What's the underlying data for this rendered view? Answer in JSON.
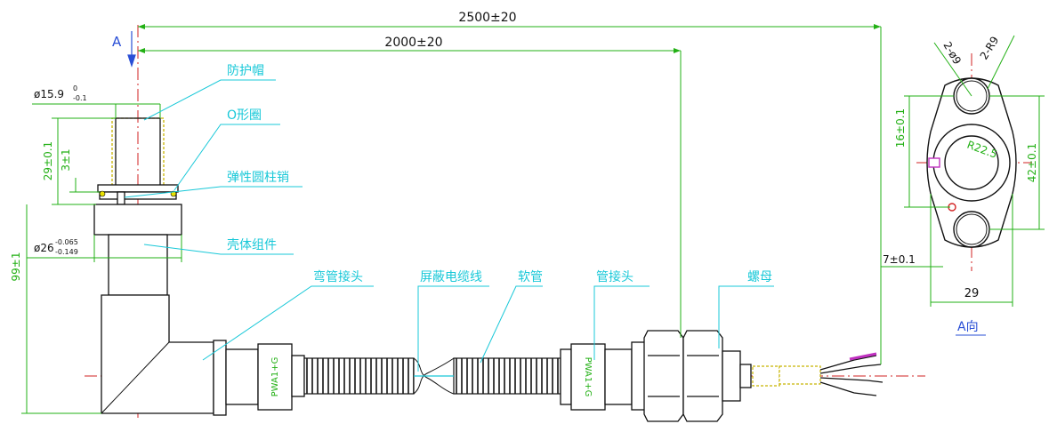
{
  "dimensions": {
    "total_length": "2500±20",
    "cable_length": "2000±20",
    "cap_diameter_main": "ø15.9",
    "cap_diameter_tol_upper": "0",
    "cap_diameter_tol_lower": "-0.1",
    "body_diameter_main": "ø26",
    "body_diameter_tol_upper": "-0.065",
    "body_diameter_tol_lower": "-0.149",
    "cap_height": "29±0.1",
    "oring_offset": "3±1",
    "overall_height": "99±1",
    "hole_spacing": "16±0.1",
    "flange_height": "42±0.1",
    "flange_width": "29",
    "tail_offset": "7±0.1"
  },
  "view_markers": {
    "section_letter": "A",
    "view_label": "A向"
  },
  "flange_view_labels": {
    "hole_callout": "2-ø9",
    "radius_callout": "2-R9",
    "center_radius": "R22.5"
  },
  "part_labels": {
    "protective_cap": "防护帽",
    "o_ring": "O形圈",
    "elastic_pin": "弹性圆柱销",
    "housing_assembly": "壳体组件",
    "elbow_connector": "弯管接头",
    "shielded_cable": "屏蔽电缆线",
    "hose": "软管",
    "hose_connector": "管接头",
    "nut": "螺母"
  },
  "connector_markings": {
    "left": "PWA1+G",
    "right": "PWA1+G"
  },
  "colors": {
    "outline": "#111111",
    "leader": "#18c8d8",
    "dimension": "#22b014",
    "centerline": "#d22222",
    "accent": "#2a4fd6"
  }
}
